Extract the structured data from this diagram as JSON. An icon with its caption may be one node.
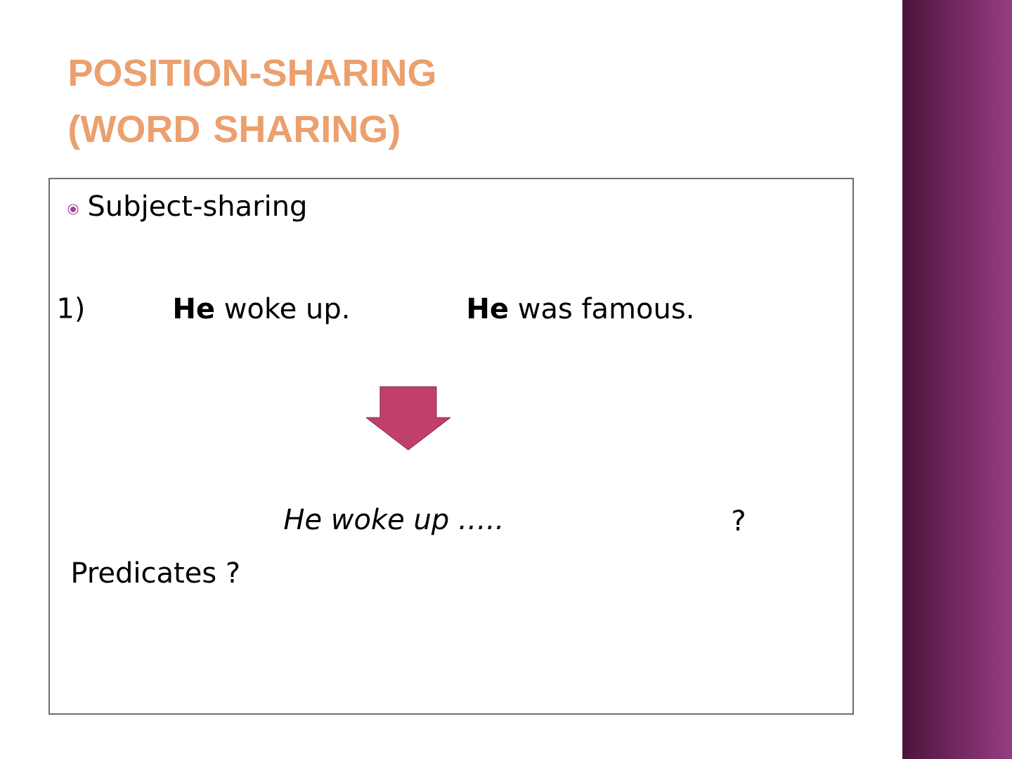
{
  "diagram": {
    "title": "POSITION-SHARING (WORD SHARING)",
    "nodes": [
      {
        "text": [],
        "shape": "box"
      },
      {
        "text": [
          "**He** woke up."
        ],
        "in": 0
      },
      {
        "text": [
          "**He** was famous."
        ],
        "in": 0
      },
      {
        "text": [
          "He woke up ….."
        ],
        "in": 0
      }
    ],
    "edges": [
      {
        "from": 1,
        "to": 3,
        "arrow": "to"
      },
      {
        "from": 2,
        "to": 3,
        "arrow": "to"
      }
    ],
    "labels": [
      "Subject-sharing",
      "1)",
      "?",
      "Predicates ?"
    ]
  }
}
